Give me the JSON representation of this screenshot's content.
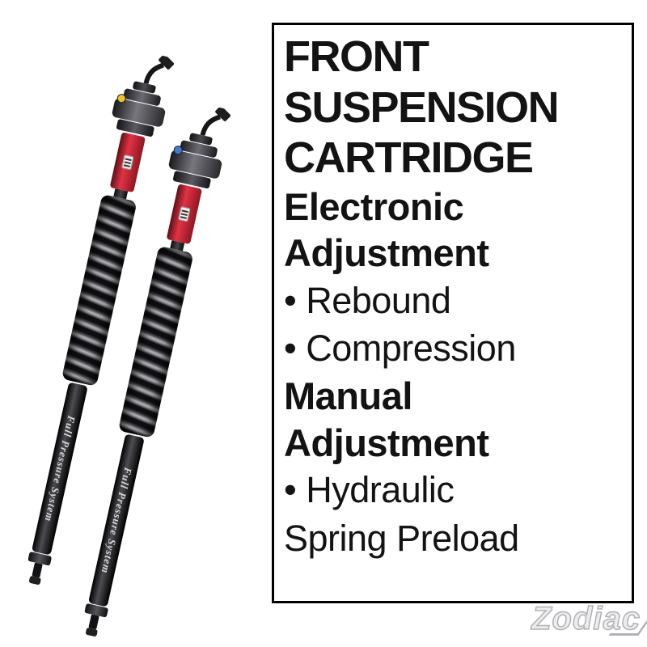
{
  "panel": {
    "lines": [
      {
        "text": "FRONT"
      },
      {
        "text": "SUSPENSION"
      },
      {
        "text": "CARTRIDGE"
      },
      {
        "text": "Electronic"
      },
      {
        "text": "Adjustment"
      },
      {
        "text": "• Rebound"
      },
      {
        "text": "• Compression"
      },
      {
        "text": "Manual"
      },
      {
        "text": "Adjustment"
      },
      {
        "text": "• Hydraulic"
      },
      {
        "text": "Spring Preload"
      }
    ]
  },
  "forks": {
    "tube_label": "Full Pressure System"
  },
  "watermark": {
    "brand": "Zodiac"
  },
  "colors": {
    "accent_red": "#c8202f",
    "connector_yellow": "#e8c530",
    "connector_blue": "#3d7bd6"
  }
}
